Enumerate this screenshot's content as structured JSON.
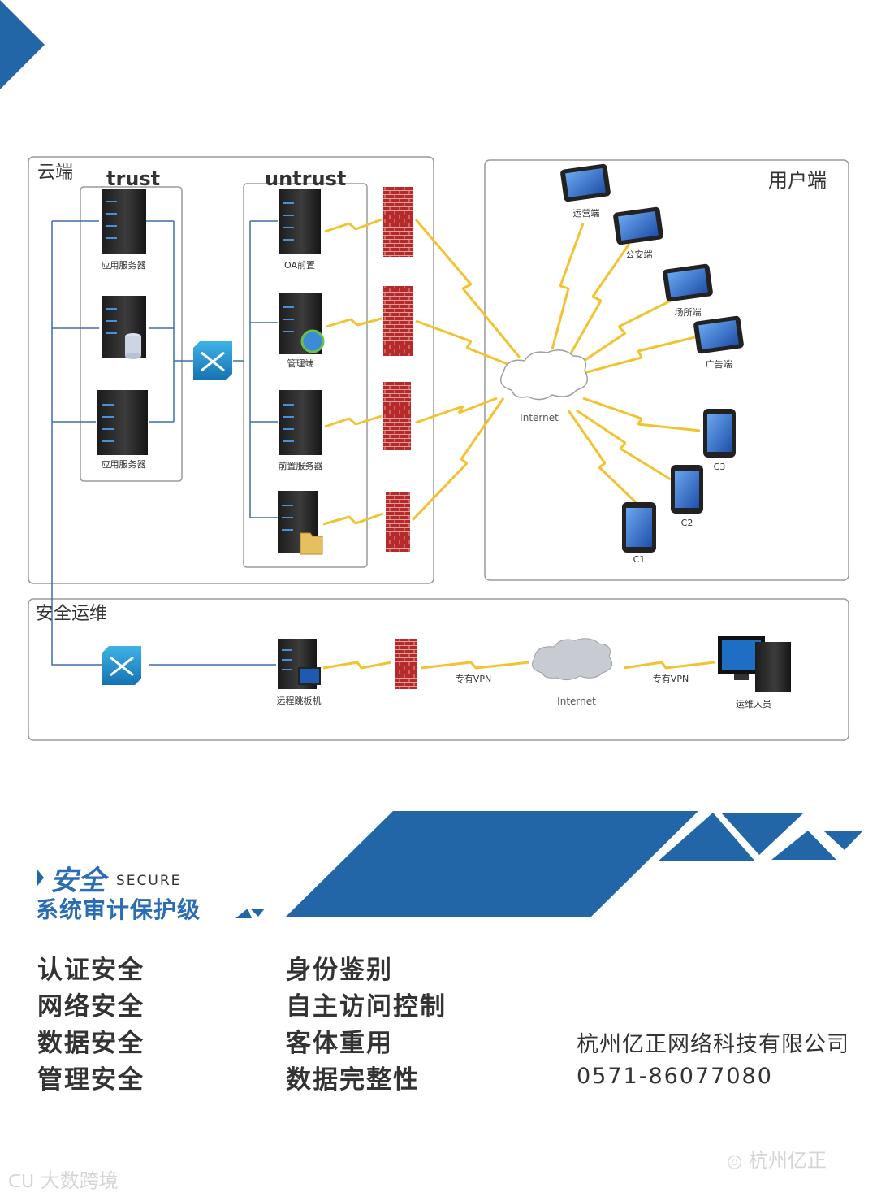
{
  "diagram": {
    "cloud_title": "云端",
    "trust_title": "trust",
    "untrust_title": "untrust",
    "user_title": "用户端",
    "ops_title": "安全运维",
    "trust_servers": [
      "应用服务器",
      "",
      "应用服务器"
    ],
    "untrust_servers": [
      "OA前置",
      "管理端",
      "前置服务器",
      ""
    ],
    "tablets": [
      "运营端",
      "公安端",
      "场所端",
      "广告端"
    ],
    "phones": [
      "C3",
      "C2",
      "C1"
    ],
    "internet": "Internet",
    "ops_jump": "远程跳板机",
    "ops_vpn1": "专有VPN",
    "ops_internet": "Internet",
    "ops_vpn2": "专有VPN",
    "ops_person": "运维人员"
  },
  "section": {
    "title_cn": "安全",
    "title_en": "SECURE",
    "subtitle": "系统审计保护级"
  },
  "features": {
    "left": [
      "认证安全",
      "网络安全",
      "数据安全",
      "管理安全"
    ],
    "right": [
      "身份鉴别",
      "自主访问控制",
      "客体重用",
      "数据完整性"
    ]
  },
  "company": {
    "name": "杭州亿正网络科技有限公司",
    "phone": "0571-86077080"
  },
  "watermarks": {
    "left": "大数跨境",
    "right": "杭州亿正"
  },
  "colors": {
    "brand_blue": "#2266a8",
    "frame": "#9a9a9a",
    "lightning": "#f2c230",
    "firewall": "#b72a2a",
    "switch": "#1f8fc9"
  }
}
